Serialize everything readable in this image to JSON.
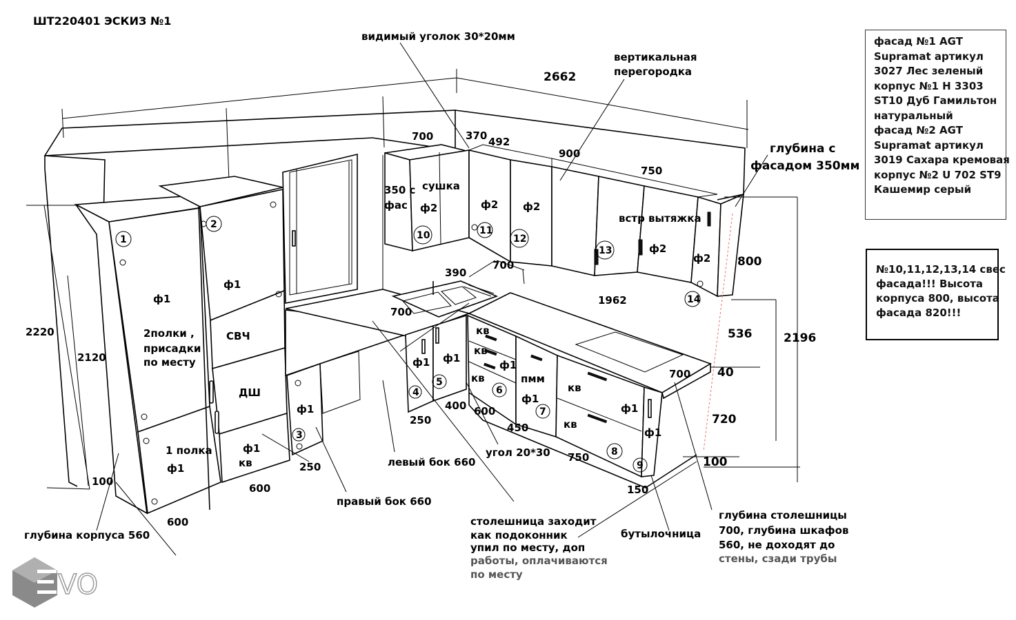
{
  "title": "ШТ220401 ЭСКИЗ №1",
  "legend": [
    "фасад №1 AGT",
    "Supramat артикул",
    "3027 Лес зеленый",
    "корпус №1 Н 3303",
    "ST10 Дуб Гамильтон",
    "натуральный",
    "фасад №2 AGT",
    "Supramat артикул",
    "3019 Сахара кремовая",
    "корпус №2 U 702 ST9",
    "Кашемир серый"
  ],
  "note": [
    "№10,11,12,13,14 свес",
    "фасада!!! Высота",
    "корпуса 800, высота",
    "фасада 820!!!"
  ],
  "dimensions": {
    "total_width": "2662",
    "h_2220": "2220",
    "h_2120": "2120",
    "d_100_left": "100",
    "d_600_a": "600",
    "d_600_b": "600",
    "d_250_a": "250",
    "d_250_b": "250",
    "d_400": "400",
    "d_600_c": "600",
    "d_450": "450",
    "d_750_a": "750",
    "d_150": "150",
    "d_700_top": "700",
    "d_370": "370",
    "d_492": "492",
    "d_900": "900",
    "d_750_b": "750",
    "d_390": "390",
    "d_700_sink": "700",
    "d_700_left": "700",
    "d_1962": "1962",
    "d_800": "800",
    "d_536": "536",
    "d_2196": "2196",
    "d_40": "40",
    "d_720": "720",
    "d_100_right": "100",
    "d_700_right": "700"
  },
  "labels": {
    "corner_angle": "видимый уголок 30*20мм",
    "vertical_partition_1": "вертикальная",
    "vertical_partition_2": "перегородка",
    "depth_facade_1": "глубина с",
    "depth_facade_2": "фасадом 350мм",
    "f1": "ф1",
    "f2": "ф2",
    "shelves_1": "2полки ,",
    "shelves_2": "присадки",
    "shelves_3": "по месту",
    "microwave": "СВЧ",
    "dishwasher_cab": "ДШ",
    "one_shelf": "1 полка",
    "kv": "кв",
    "pmm": "пмм",
    "dryer": "сушка",
    "fas_350_1": "350 с",
    "fas_350_2": "фас",
    "hood": "встр вытяжка",
    "left_side": "левый бок 660",
    "right_side": "правый бок 660",
    "corner_20": "угол 20*30",
    "body_depth": "глубина корпуса 560",
    "bottle": "бутылочница",
    "worktop_1": "столешница заходит",
    "worktop_2": "как подоконник",
    "worktop_3": "упил по месту, доп",
    "worktop_4": "работы, оплачиваются",
    "worktop_5": "по месту",
    "depth_top_1": "глубина столешницы",
    "depth_top_2": "700, глубина шкафов",
    "depth_top_3": "560, не доходят до",
    "depth_top_4": "стены, сзади трубы"
  },
  "cabinet_numbers": [
    "1",
    "2",
    "3",
    "4",
    "5",
    "6",
    "7",
    "8",
    "9",
    "10",
    "11",
    "12",
    "13",
    "14"
  ],
  "logo_text": "VO"
}
